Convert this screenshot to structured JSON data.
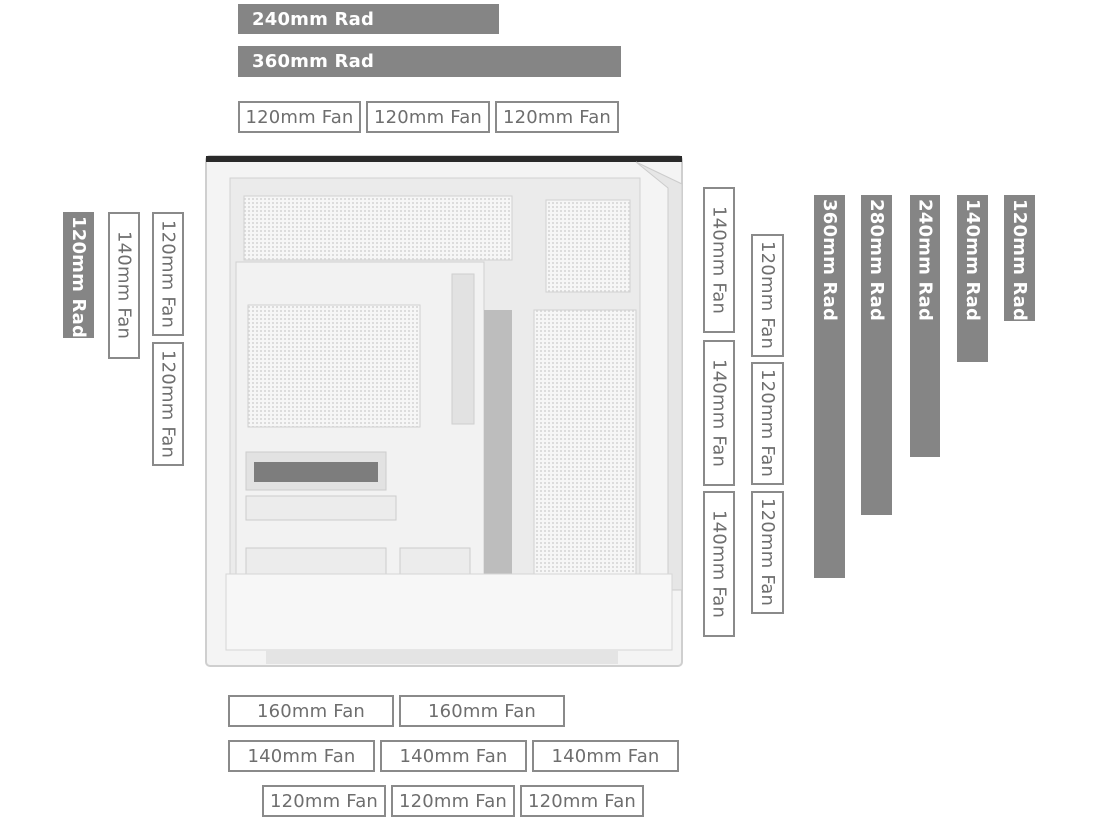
{
  "top": {
    "rad_240": "240mm Rad",
    "rad_360": "360mm Rad",
    "fans": [
      "120mm Fan",
      "120mm Fan",
      "120mm Fan"
    ]
  },
  "left": {
    "rad_120": "120mm Rad",
    "fan_140": "140mm Fan",
    "fans_120": [
      "120mm Fan",
      "120mm Fan"
    ]
  },
  "front": {
    "fans_140": [
      "140mm Fan",
      "140mm Fan",
      "140mm Fan"
    ],
    "fans_120": [
      "120mm Fan",
      "120mm Fan",
      "120mm Fan"
    ]
  },
  "front_rads": [
    "360mm Rad",
    "280mm Rad",
    "240mm Rad",
    "140mm Rad",
    "120mm Rad"
  ],
  "bottom": {
    "fans_160": [
      "160mm Fan",
      "160mm Fan"
    ],
    "fans_140": [
      "140mm Fan",
      "140mm Fan",
      "140mm Fan"
    ],
    "fans_120": [
      "120mm Fan",
      "120mm Fan",
      "120mm Fan"
    ]
  }
}
